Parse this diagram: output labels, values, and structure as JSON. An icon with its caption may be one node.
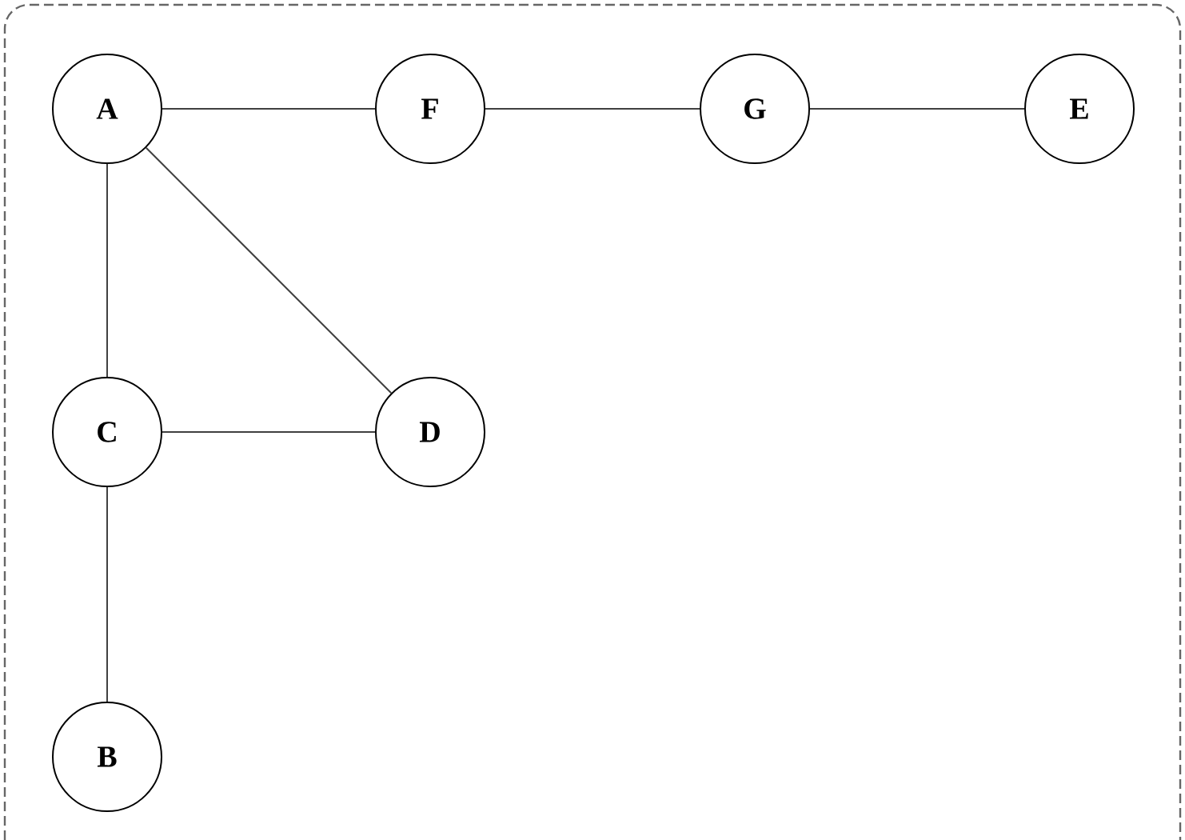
{
  "diagram": {
    "nodes": [
      {
        "text": [
          "A"
        ]
      },
      {
        "text": [
          "F"
        ]
      },
      {
        "text": [
          "G"
        ]
      },
      {
        "text": [
          "E"
        ]
      },
      {
        "text": [
          "C"
        ]
      },
      {
        "text": [
          "D"
        ]
      },
      {
        "text": [
          "B"
        ]
      }
    ],
    "edges": [
      {
        "from": 0,
        "to": 1,
        "arrow": "none"
      },
      {
        "from": 1,
        "to": 2,
        "arrow": "none"
      },
      {
        "from": 2,
        "to": 3,
        "arrow": "none"
      },
      {
        "from": 0,
        "to": 4,
        "arrow": "none"
      },
      {
        "from": 0,
        "to": 5,
        "arrow": "none"
      },
      {
        "from": 4,
        "to": 5,
        "arrow": "none"
      },
      {
        "from": 4,
        "to": 6,
        "arrow": "none"
      }
    ]
  }
}
